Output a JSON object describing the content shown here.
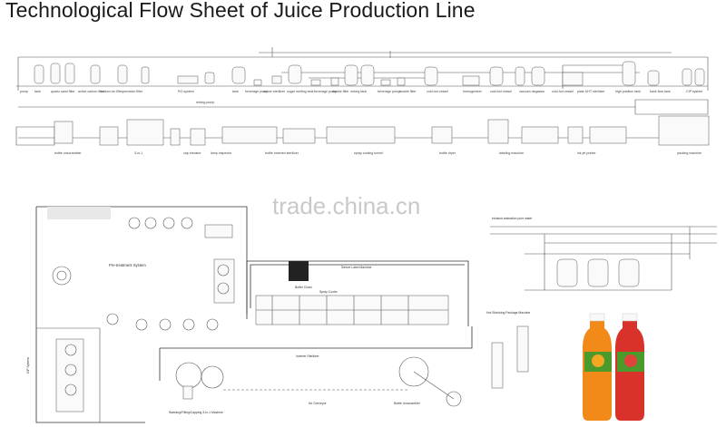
{
  "title": "Technological Flow Sheet of Juice Production Line",
  "watermark": "trade.china.cn",
  "process_labels": [
    "pump",
    "tank",
    "quartz sand filter",
    "active carbon filter",
    "sodium ion filter",
    "precision filter",
    "RO system",
    "mixing pump",
    "tank",
    "beverage pump",
    "ozone sterilizer",
    "sugar melting tank",
    "beverage pump",
    "double filter",
    "mixing tank",
    "beverage pump",
    "double filter",
    "cold-hot vessel",
    "homogenizer",
    "cold-hot vessel",
    "vacuum degassor",
    "cold-hot vessel",
    "plate UHT sterilizer",
    "high position tank",
    "back flow tank",
    "CIP system"
  ],
  "line_labels": [
    "bottle unscrambler",
    "3-in-1",
    "cap elevator",
    "lamp inspector",
    "bottle inverted sterilizer",
    "spray cooling tunnel",
    "bottle dryer",
    "labeling machine",
    "ink jet printer",
    "packing machine"
  ],
  "layout_labels": {
    "pretreatment": "Pre-treatment System",
    "cip": "CIP System",
    "buffer": "Buffer Chain",
    "sleeve": "Sleeve Label Machine",
    "spray": "Spray Cooler",
    "shrink": "Hot Shrinking Package Machine",
    "inverter": "Inverter Sterilizer",
    "air": "Air Conveyor",
    "washing": "Washing/Filling/Capping 3-in-1 Machine",
    "unscrambler": "Bottle Unscrambler",
    "exhaust": "exhaust animation pure water"
  },
  "colors": {
    "line": "#555555",
    "orange_bottle": "#f28a1a",
    "red_bottle": "#d8322a",
    "label_green": "#4a9a2c"
  }
}
